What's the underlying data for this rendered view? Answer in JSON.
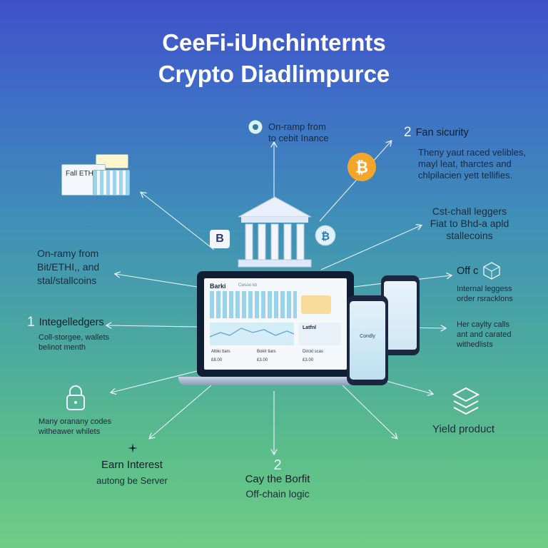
{
  "title": {
    "line1": "CeeFi-iUnchinternts",
    "line2": "Crypto Diadlimpurce"
  },
  "nodes": {
    "onramp_top": {
      "line1": "On-ramp from",
      "line2": "to cebit Inance"
    },
    "security": {
      "num": "2",
      "title": "Fan sicurity",
      "line1": "Theny yaut raced velibles,",
      "line2": "mayl leat, tharctes and",
      "line3": "chlpilacien yett tellifies."
    },
    "cst_ledgers": {
      "line1": "Cst-chall leggers",
      "line2": "Fiat to Bhd-a apld",
      "line3": "stallecoins"
    },
    "offchain": {
      "title": "Off c",
      "line1": "Internal leggess",
      "line2": "order rsracklons"
    },
    "her_cayly": {
      "line1": "Her caylty calls",
      "line2": "ant and carated",
      "line3": "withedlists"
    },
    "yield": {
      "title": "Yield product"
    },
    "onramy_left": {
      "line1": "On-ramy from",
      "line2": "Bit/ETHI,, and",
      "line3": "stal/stallcoins"
    },
    "integel": {
      "num": "1",
      "title": "Integelledgers",
      "line1": "Coll-storgee, wallets",
      "line2": "belinot menth"
    },
    "many": {
      "line1": "Many oranany codes",
      "line2": "witheawer whilets"
    },
    "earn": {
      "title": "Earn Interest",
      "line1": "autong be Server"
    },
    "cay": {
      "num": "2",
      "title": "Cay the Borfit",
      "line1": "Off-chain logic"
    }
  },
  "icons": {
    "fiat_card": "Fall ETH",
    "bitcoin_symbol": "B"
  },
  "laptop": {
    "brand": "Barki",
    "brand_sub": "Cwsoo kb",
    "side_card": "Latfnl",
    "stats": [
      {
        "label": "Alblo ttars",
        "value": "£8.00"
      },
      {
        "label": "Boklr tiars",
        "value": "£3.00"
      },
      {
        "label": "Dirckl scas",
        "value": "£3.00"
      }
    ]
  },
  "phone": {
    "label": "Condly"
  },
  "colors": {
    "accent": "#f3a72a",
    "bank": "#e9f0fb",
    "screen": "#0f1e33"
  }
}
